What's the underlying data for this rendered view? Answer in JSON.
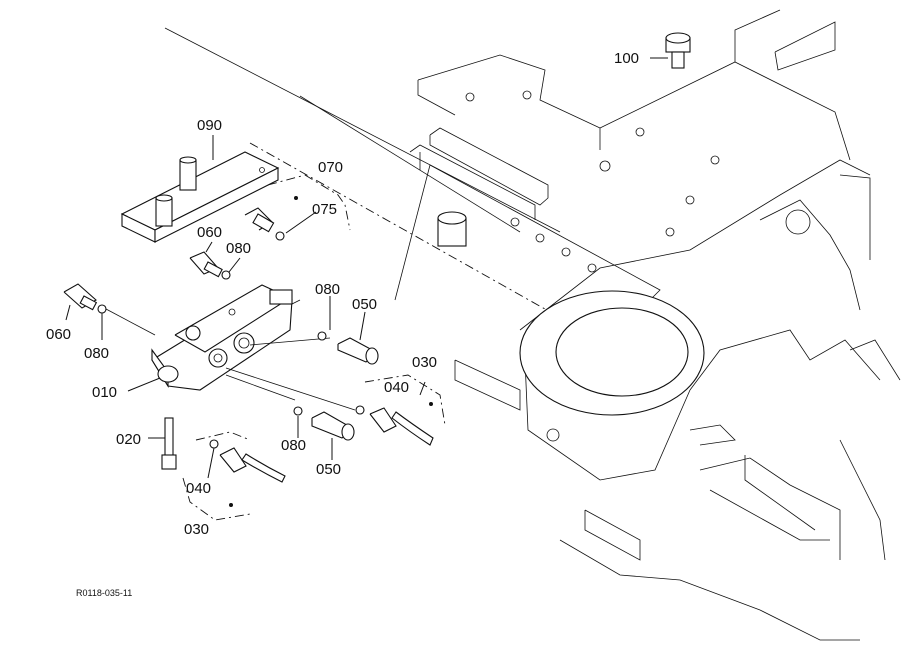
{
  "reference_code": "R0118-035-11",
  "callouts": {
    "c100": "100",
    "c090": "090",
    "c070": "070",
    "c075": "075",
    "c060_top": "060",
    "c080_top": "080",
    "c060_left": "060",
    "c080_left": "080",
    "c080_mid": "080",
    "c050_top": "050",
    "c030_right": "030",
    "c040_right": "040",
    "c010": "010",
    "c020": "020",
    "c080_low": "080",
    "c050_low": "050",
    "c040_low": "040",
    "c030_low": "030"
  }
}
